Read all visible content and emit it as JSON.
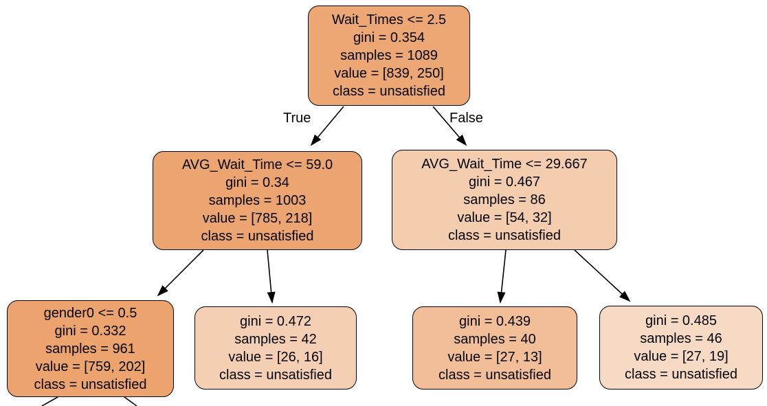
{
  "diagram": {
    "type": "decision-tree",
    "background": "#ffffff",
    "class_colors": {
      "majority_class_base": "#e58139"
    },
    "branch_labels": {
      "left": "True",
      "right": "False"
    },
    "nodes": [
      {
        "id": "root",
        "condition": "Wait_Times <= 2.5",
        "gini": "gini = 0.354",
        "samples": "samples = 1089",
        "value": "value = [839, 250]",
        "class": "class = unsatisfied",
        "fill": "#eda774"
      },
      {
        "id": "left-split",
        "condition": "AVG_Wait_Time <= 59.0",
        "gini": "gini = 0.34",
        "samples": "samples = 1003",
        "value": "value = [785, 218]",
        "class": "class = unsatisfied",
        "fill": "#eca470"
      },
      {
        "id": "right-split",
        "condition": "AVG_Wait_Time <= 29.667",
        "gini": "gini = 0.467",
        "samples": "samples = 86",
        "value": "value = [54, 32]",
        "class": "class = unsatisfied",
        "fill": "#f4ccae"
      },
      {
        "id": "gender0-split",
        "condition": "gender0 <= 0.5",
        "gini": "gini = 0.332",
        "samples": "samples = 961",
        "value": "value = [759, 202]",
        "class": "class = unsatisfied",
        "fill": "#eca36e"
      },
      {
        "id": "leaf-1",
        "gini": "gini = 0.472",
        "samples": "samples = 42",
        "value": "value = [26, 16]",
        "class": "class = unsatisfied",
        "fill": "#f5cfb3"
      },
      {
        "id": "leaf-2",
        "gini": "gini = 0.439",
        "samples": "samples = 40",
        "value": "value = [27, 13]",
        "class": "class = unsatisfied",
        "fill": "#f2be98"
      },
      {
        "id": "leaf-3",
        "gini": "gini = 0.485",
        "samples": "samples = 46",
        "value": "value = [27, 19]",
        "class": "class = unsatisfied",
        "fill": "#f7dac4"
      }
    ],
    "edges": [
      {
        "from": "root",
        "to": "left-split",
        "label": "True"
      },
      {
        "from": "root",
        "to": "right-split",
        "label": "False"
      },
      {
        "from": "left-split",
        "to": "gender0-split",
        "label": ""
      },
      {
        "from": "left-split",
        "to": "leaf-1",
        "label": ""
      },
      {
        "from": "right-split",
        "to": "leaf-2",
        "label": ""
      },
      {
        "from": "right-split",
        "to": "leaf-3",
        "label": ""
      },
      {
        "from": "gender0-split",
        "to": "offscreen-left",
        "label": ""
      },
      {
        "from": "gender0-split",
        "to": "offscreen-right",
        "label": ""
      }
    ]
  }
}
